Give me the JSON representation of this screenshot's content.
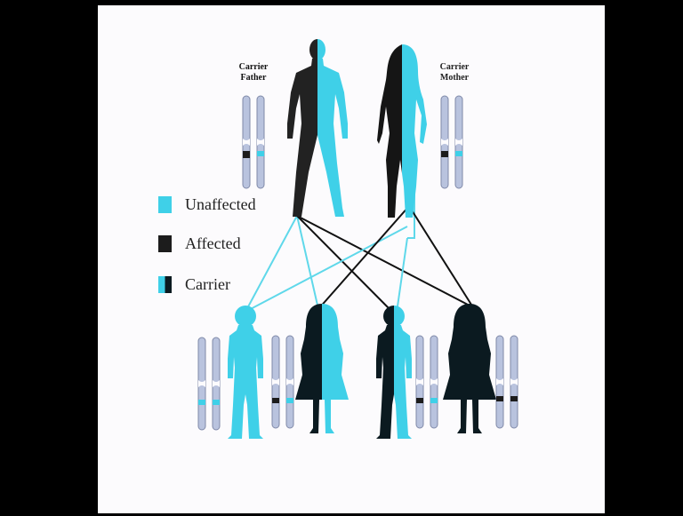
{
  "colors": {
    "unaffected": "#3fd0e8",
    "affected": "#1c1c1c",
    "carrier_dark": "#0b1a20",
    "chromosome": "#b9c3de",
    "line_light": "#5fd8ea",
    "line_dark": "#111111"
  },
  "parents": {
    "father": {
      "line1": "Carrier",
      "line2": "Father",
      "status": "carrier"
    },
    "mother": {
      "line1": "Carrier",
      "line2": "Mother",
      "status": "carrier"
    }
  },
  "legend": [
    {
      "label": "Unaffected",
      "swatch": "unaffected"
    },
    {
      "label": "Affected",
      "swatch": "affected"
    },
    {
      "label": "Carrier",
      "swatch": "carrier"
    }
  ],
  "children": [
    {
      "status": "unaffected",
      "figure": "boy"
    },
    {
      "status": "carrier",
      "figure": "girl"
    },
    {
      "status": "carrier",
      "figure": "boy"
    },
    {
      "status": "affected",
      "figure": "girl"
    }
  ]
}
